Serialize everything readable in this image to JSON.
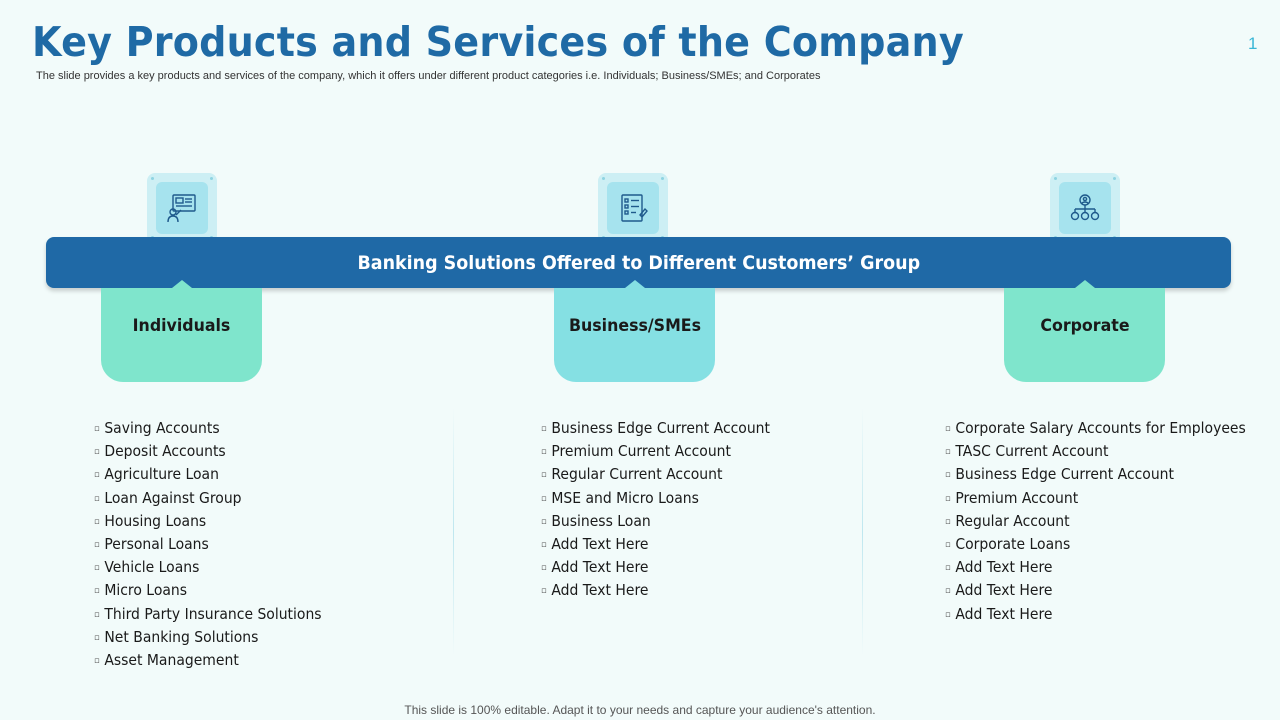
{
  "slide": {
    "title": "Key Products and Services of the Company",
    "subtitle": "The slide provides a key products and services of the company, which it offers under different product categories i.e. Individuals; Business/SMEs; and Corporates",
    "page_number": "1",
    "footer": "This slide is 100% editable. Adapt it to your needs and capture your audience's attention."
  },
  "banner": {
    "text": "Banking Solutions Offered to Different Customers’ Group"
  },
  "categories": [
    {
      "label": "Individuals",
      "icon": "presentation-icon",
      "color": "#7fe5cc",
      "items": [
        "Saving Accounts",
        "Deposit Accounts",
        "Agriculture Loan",
        "Loan Against Group",
        "Housing Loans",
        "Personal Loans",
        "Vehicle Loans",
        "Micro Loans",
        "Third Party Insurance Solutions",
        "Net Banking Solutions",
        "Asset Management"
      ]
    },
    {
      "label": "Business/SMEs",
      "icon": "checklist-icon",
      "color": "#85e0e3",
      "items": [
        "Business Edge Current Account",
        "Premium Current Account",
        "Regular Current Account",
        "MSE and Micro Loans",
        "Business Loan",
        "Add Text Here",
        "Add Text Here",
        "Add Text Here"
      ]
    },
    {
      "label": "Corporate",
      "icon": "org-chart-icon",
      "color": "#7fe5cc",
      "items": [
        "Corporate Salary Accounts for Employees",
        "TASC Current Account",
        "Business Edge Current Account",
        "Premium Account",
        "Regular Account",
        "Corporate Loans",
        "Add Text Here",
        "Add Text Here",
        "Add Text Here"
      ]
    }
  ],
  "colors": {
    "accent": "#1f69a6",
    "background": "#f2fbfa"
  }
}
